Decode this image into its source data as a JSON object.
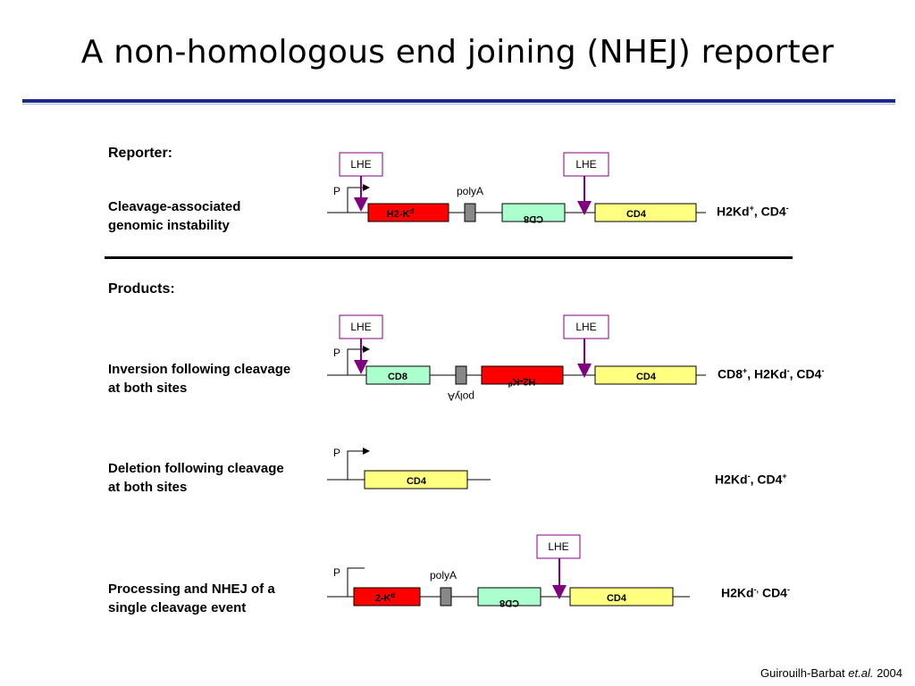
{
  "title": "A non-homologous end joining (NHEJ) reporter",
  "colors": {
    "title_rule": "#1a2a8c",
    "h2kd": "#ff0000",
    "cd8": "#aaffcc",
    "cd4": "#ffff80",
    "polyA": "#888888",
    "lhe_arrow": "#800080"
  },
  "reporter": {
    "section_label": "Reporter:",
    "description": "Cleavage-associated genomic instability",
    "lhe_left": "LHE",
    "lhe_right": "LHE",
    "promoter": "P",
    "polyA": "polyA",
    "gene_h2kd": "H2-K",
    "gene_h2kd_sup": "d",
    "gene_cd8": "CD8",
    "gene_cd4": "CD4",
    "phen_a": "H2Kd",
    "phen_a_sup": "+",
    "phen_b": ", CD4",
    "phen_b_sup": "-"
  },
  "products_label": "Products:",
  "inversion": {
    "description": "Inversion following cleavage at both sites",
    "lhe_left": "LHE",
    "lhe_right": "LHE",
    "promoter": "P",
    "polyA": "polyA",
    "gene_cd8": "CD8",
    "gene_h2kd": "H2-K",
    "gene_h2kd_sup": "d",
    "gene_cd4": "CD4",
    "phen_a": "CD8",
    "phen_a_sup": "+",
    "phen_b": ", H2Kd",
    "phen_b_sup": "-",
    "phen_c": ", CD4",
    "phen_c_sup": "-"
  },
  "deletion": {
    "description": "Deletion following cleavage at both sites",
    "promoter": "P",
    "gene_cd4": "CD4",
    "phen_a": "H2Kd",
    "phen_a_sup": "-",
    "phen_b": ", CD4",
    "phen_b_sup": "+"
  },
  "processing": {
    "description": "Processing and NHEJ of a single cleavage event",
    "lhe": "LHE",
    "promoter": "P",
    "polyA": "polyA",
    "gene_h2kd": "2-K",
    "gene_h2kd_sup": "d",
    "gene_cd8": "CD8",
    "gene_cd4": "CD4",
    "phen_a": "H2Kd",
    "phen_a_sup": "-,",
    "phen_b": " CD4",
    "phen_b_sup": "-"
  },
  "citation": {
    "author": "Guirouilh-Barbat ",
    "etal": "et.al.",
    "year": " 2004"
  }
}
